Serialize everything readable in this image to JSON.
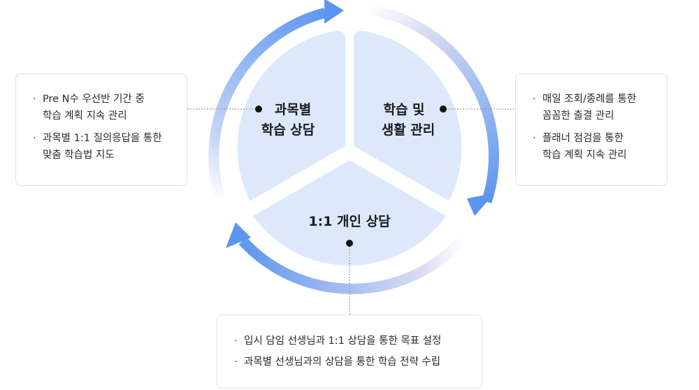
{
  "segments": {
    "subject": {
      "line1": "과목별",
      "line2": "학습 상담"
    },
    "life": {
      "line1": "학습 및",
      "line2": "생활 관리"
    },
    "personal": {
      "label": "1:1 개인 상담"
    }
  },
  "boxes": {
    "left": [
      {
        "line1": "Pre N수 우선반 기간 중",
        "line2": "학습 계획 지속 관리"
      },
      {
        "line1": "과목별 1:1 질의응답을 통한",
        "line2": "맞춤 학습법 지도"
      }
    ],
    "right": [
      {
        "line1": "매일 조회/종례를 통한",
        "line2": "꼼꼼한 출결 관리"
      },
      {
        "line1": "플래너 점검을 통한",
        "line2": "학습 계획 지속 관리"
      }
    ],
    "bottom": [
      {
        "text": "입시 담임 선생님과 1:1 상담을 통한 목표 설정"
      },
      {
        "text": "과목별 선생님과의 상담을 통한 학습 전략 수립"
      }
    ]
  },
  "colors": {
    "segment_fill": "#dde9fb",
    "arrow_blue": "#5c95ef",
    "arrow_fade": "#cfd4ee",
    "dot": "#111111"
  }
}
